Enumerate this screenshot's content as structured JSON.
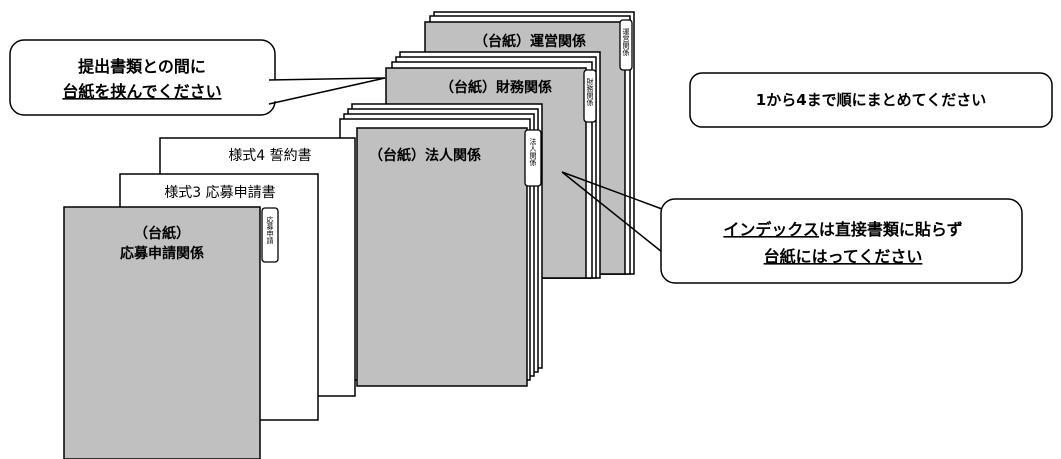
{
  "cover_sheets": {
    "operation": {
      "title": "（台紙）運営関係",
      "tab": "運営関係"
    },
    "finance": {
      "title": "（台紙）財務関係",
      "tab": "財務関係"
    },
    "corporate": {
      "title": "（台紙）法人関係",
      "tab": "法人関係"
    },
    "application": {
      "title_line1": "（台紙）",
      "title_line2": "応募申請関係",
      "tab": "応募申請"
    }
  },
  "forms": {
    "form4": "様式4 誓約書",
    "form3": "様式3 応募申請書"
  },
  "callouts": {
    "insert_cover": {
      "line1": "提出書類との間に",
      "line2": "台紙を挟んでください"
    },
    "order": {
      "text": "1から4まで順にまとめてください"
    },
    "index": {
      "line1_underlined": "インデックス",
      "line1_rest": "は直接書類に貼らず",
      "line2": "台紙にはってください"
    }
  }
}
